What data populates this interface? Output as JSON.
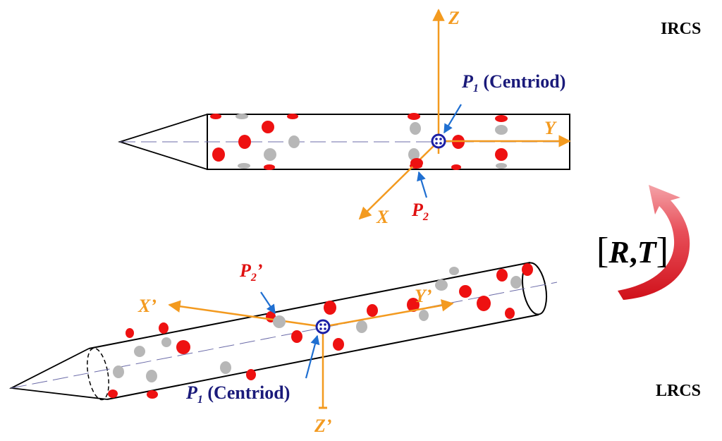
{
  "colors": {
    "axis": "#f39a1f",
    "marker_red": "#ee1111",
    "marker_gray": "#b7b7b7",
    "centroid": "#1b1fa6",
    "pointer": "#1f6fd1",
    "label_red": "#e01010",
    "label_navy": "#1a1a7a",
    "rotation_arrow": "#e0303a"
  },
  "frames": {
    "irc": {
      "name": "IRCS",
      "axes": {
        "x": "X",
        "y": "Y",
        "z": "Z"
      },
      "centroid_label": {
        "p": "P",
        "sub": "1",
        "text": " (Centriod)"
      },
      "p2_label": {
        "p": "P",
        "sub": "2",
        "prime": ""
      }
    },
    "lrc": {
      "name": "LRCS",
      "axes": {
        "x": "X’",
        "y": "Y’",
        "z": "Z’"
      },
      "centroid_label": {
        "p": "P",
        "sub": "1",
        "text": " (Centriod)"
      },
      "p2_label": {
        "p": "P",
        "sub": "2",
        "prime": "’"
      }
    }
  },
  "transform": {
    "open": "[",
    "r": "R",
    "sep": ",",
    "t": "T",
    "close": "]"
  },
  "icons": [
    "rotation-arrow-icon",
    "centroid-icon",
    "pointer-arrow-icon"
  ]
}
